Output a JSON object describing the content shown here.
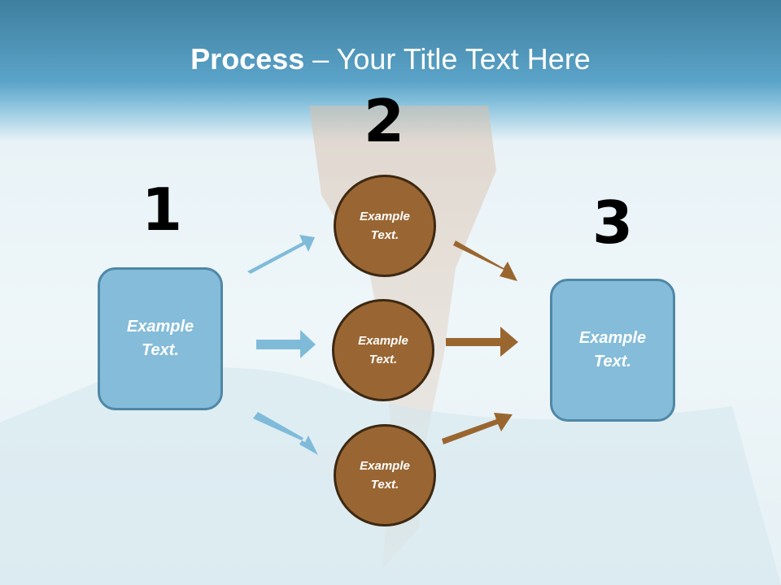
{
  "slide": {
    "title_bold": "Process",
    "title_rest": " – Your Title Text Here"
  },
  "steps": [
    {
      "number": "1",
      "text": "Example Text."
    },
    {
      "number": "2",
      "text": ""
    },
    {
      "number": "3",
      "text": "Example Text."
    }
  ],
  "circles": [
    {
      "text": "Example Text."
    },
    {
      "text": "Example Text."
    },
    {
      "text": "Example Text."
    }
  ],
  "colors": {
    "box_fill": "#84bcd9",
    "box_border": "#4f87a7",
    "circle_fill": "#996633",
    "circle_border": "#3d2812",
    "arrow_blue": "#7fbbd9",
    "arrow_brown": "#9a6630"
  }
}
